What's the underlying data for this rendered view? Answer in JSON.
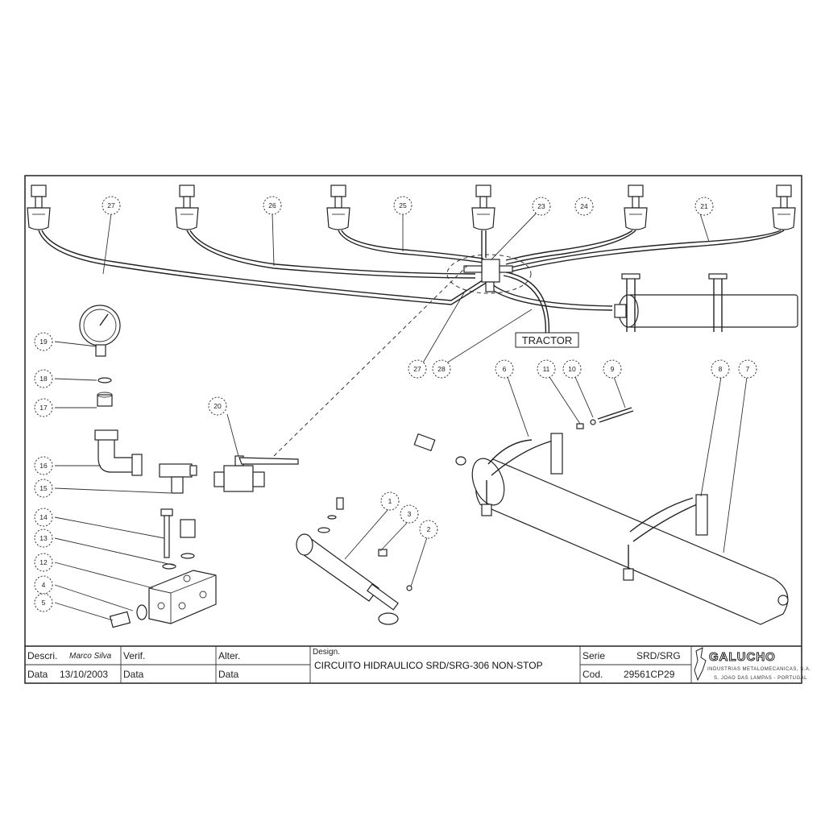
{
  "callouts": [
    {
      "id": "c27a",
      "label": "27"
    },
    {
      "id": "c26a",
      "label": "26"
    },
    {
      "id": "c25",
      "label": "25"
    },
    {
      "id": "c23",
      "label": "23"
    },
    {
      "id": "c24",
      "label": "24"
    },
    {
      "id": "c21",
      "label": "21"
    },
    {
      "id": "c19",
      "label": "19"
    },
    {
      "id": "c18",
      "label": "18"
    },
    {
      "id": "c17",
      "label": "17"
    },
    {
      "id": "c16",
      "label": "16"
    },
    {
      "id": "c15",
      "label": "15"
    },
    {
      "id": "c14",
      "label": "14"
    },
    {
      "id": "c13",
      "label": "13"
    },
    {
      "id": "c12",
      "label": "12"
    },
    {
      "id": "c4",
      "label": "4"
    },
    {
      "id": "c5",
      "label": "5"
    },
    {
      "id": "c20",
      "label": "20"
    },
    {
      "id": "c27b",
      "label": "27"
    },
    {
      "id": "c28",
      "label": "28"
    },
    {
      "id": "c6",
      "label": "6"
    },
    {
      "id": "c11",
      "label": "11"
    },
    {
      "id": "c10",
      "label": "10"
    },
    {
      "id": "c9",
      "label": "9"
    },
    {
      "id": "c8",
      "label": "8"
    },
    {
      "id": "c7",
      "label": "7"
    },
    {
      "id": "c1",
      "label": "1"
    },
    {
      "id": "c3",
      "label": "3"
    },
    {
      "id": "c2",
      "label": "2"
    }
  ],
  "tractor_label": "TRACTOR",
  "title_block": {
    "descr_label": "Descri.",
    "descr_signature": "Marco Silva",
    "date1_label": "Data",
    "date1_value": "13/10/2003",
    "verif_label": "Verif.",
    "date2_label": "Data",
    "alter_label": "Alter.",
    "date3_label": "Data",
    "design_label": "Design.",
    "design_value": "CIRCUITO HIDRAULICO SRD/SRG-306 NON-STOP",
    "serie_label": "Serie",
    "serie_value": "SRD/SRG",
    "cod_label": "Cod.",
    "cod_value": "29561CP29",
    "company_name": "GALUCHO",
    "company_sub1": "INDUSTRIAS METALOMECANICAS, S.A.",
    "company_sub2": "S. JOAO DAS LAMPAS - PORTUGAL"
  }
}
